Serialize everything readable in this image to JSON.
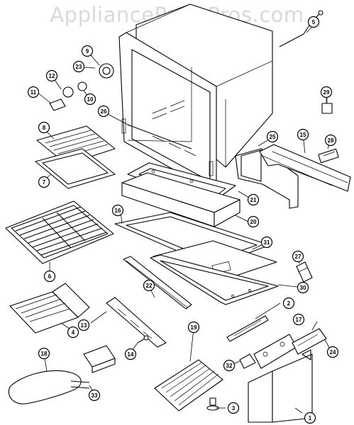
{
  "watermark": {
    "text": "AppliancePartsPros.com"
  },
  "callouts": [
    {
      "label": "1"
    },
    {
      "label": "2"
    },
    {
      "label": "3"
    },
    {
      "label": "4"
    },
    {
      "label": "5"
    },
    {
      "label": "6"
    },
    {
      "label": "7"
    },
    {
      "label": "8"
    },
    {
      "label": "9"
    },
    {
      "label": "10"
    },
    {
      "label": "11"
    },
    {
      "label": "12"
    },
    {
      "label": "13"
    },
    {
      "label": "14"
    },
    {
      "label": "15"
    },
    {
      "label": "16"
    },
    {
      "label": "17"
    },
    {
      "label": "18"
    },
    {
      "label": "19"
    },
    {
      "label": "20"
    },
    {
      "label": "21"
    },
    {
      "label": "22"
    },
    {
      "label": "23"
    },
    {
      "label": "24"
    },
    {
      "label": "25"
    },
    {
      "label": "26"
    },
    {
      "label": "27"
    },
    {
      "label": "28"
    },
    {
      "label": "29"
    },
    {
      "label": "30"
    },
    {
      "label": "31"
    },
    {
      "label": "32"
    },
    {
      "label": "33"
    }
  ]
}
